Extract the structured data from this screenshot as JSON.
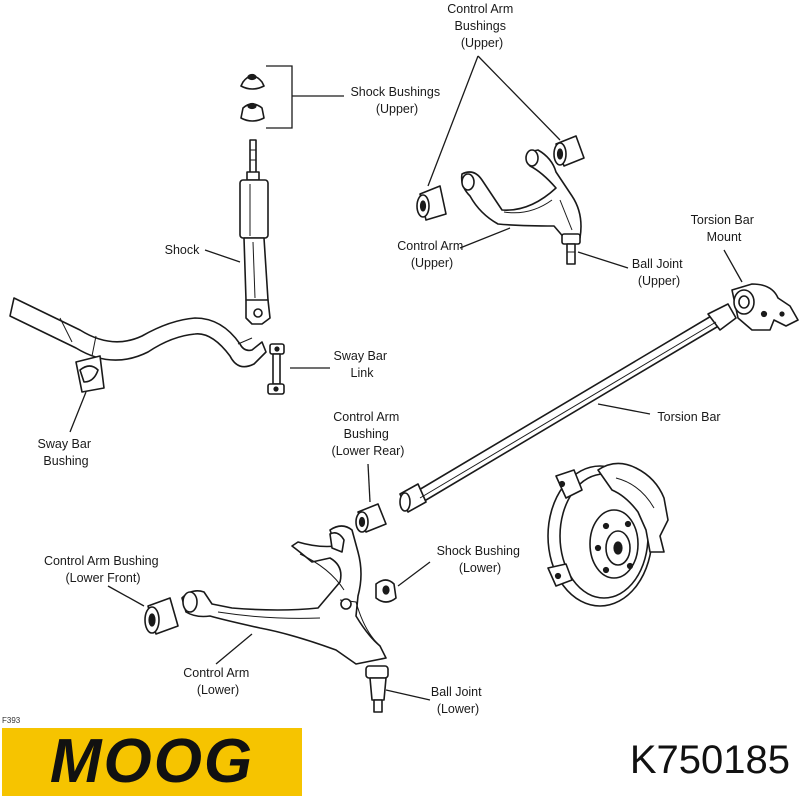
{
  "labels": {
    "control_arm_bushings_upper": [
      "Control Arm",
      "Bushings",
      "(Upper)"
    ],
    "shock_bushings_upper": [
      "Shock Bushings",
      "(Upper)"
    ],
    "shock": [
      "Shock"
    ],
    "control_arm_upper": [
      "Control Arm",
      "(Upper)"
    ],
    "ball_joint_upper": [
      "Ball Joint",
      "(Upper)"
    ],
    "torsion_bar_mount": [
      "Torsion Bar",
      "Mount"
    ],
    "sway_bar_link": [
      "Sway Bar",
      "Link"
    ],
    "sway_bar_bushing": [
      "Sway Bar",
      "Bushing"
    ],
    "torsion_bar": [
      "Torsion Bar"
    ],
    "control_arm_bushing_lower_rear": [
      "Control Arm",
      "Bushing",
      "(Lower Rear)"
    ],
    "control_arm_bushing_lower_front": [
      "Control Arm Bushing",
      "(Lower Front)"
    ],
    "shock_bushing_lower": [
      "Shock Bushing",
      "(Lower)"
    ],
    "control_arm_lower": [
      "Control Arm",
      "(Lower)"
    ],
    "ball_joint_lower": [
      "Ball Joint",
      "(Lower)"
    ]
  },
  "footer": {
    "figure_code": "F393",
    "brand": "MOOG",
    "part_number": "K750185"
  },
  "colors": {
    "brand_yellow": "#f6c400",
    "ink": "#1a1a1a"
  }
}
